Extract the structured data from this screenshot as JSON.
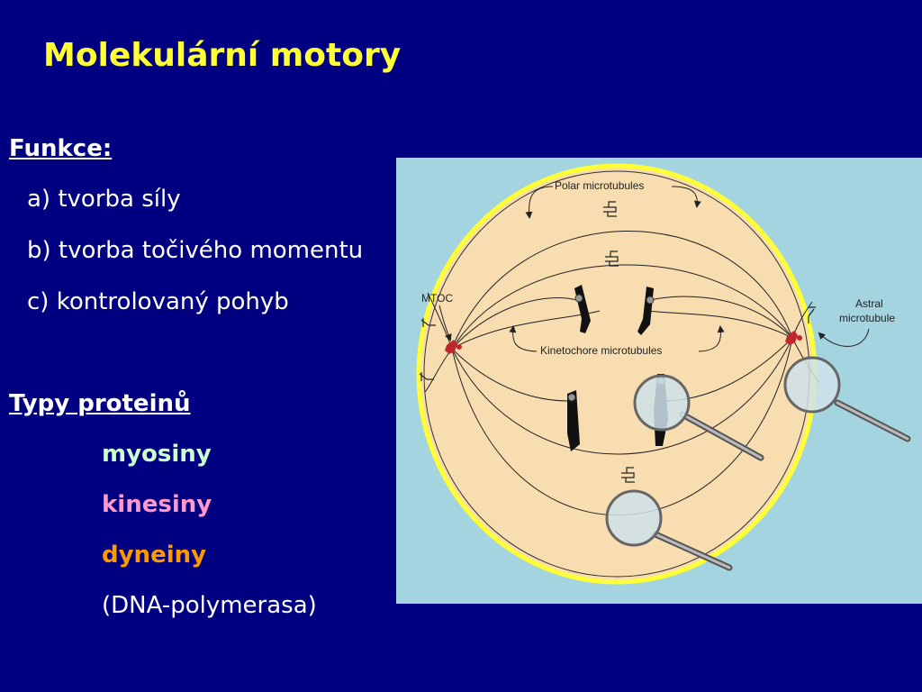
{
  "title": "Molekulární motory",
  "funkce": {
    "heading": "Funkce:",
    "items": [
      "a) tvorba síly",
      "b) tvorba točivého momentu",
      "c) kontrolovaný pohyb"
    ]
  },
  "typy": {
    "heading": "Typy proteinů",
    "items": [
      {
        "label": "myosiny",
        "color": "#ccffcc"
      },
      {
        "label": "kinesiny",
        "color": "#ff99cc"
      },
      {
        "label": "dyneiny",
        "color": "#ff9900"
      },
      {
        "label": "(DNA-polymerasa)",
        "color": "#ffffff"
      }
    ]
  },
  "figure": {
    "labels": {
      "polar": "Polar microtubules",
      "mtoc": "MTOC",
      "astral_1": "Astral",
      "astral_2": "microtubule",
      "kinetochore": "Kinetochore microtubules"
    },
    "colors": {
      "background": "#a4d4e0",
      "cell_fill": "#f7ddb0",
      "cell_border": "#ffff33",
      "mtoc": "#c0272d"
    }
  }
}
